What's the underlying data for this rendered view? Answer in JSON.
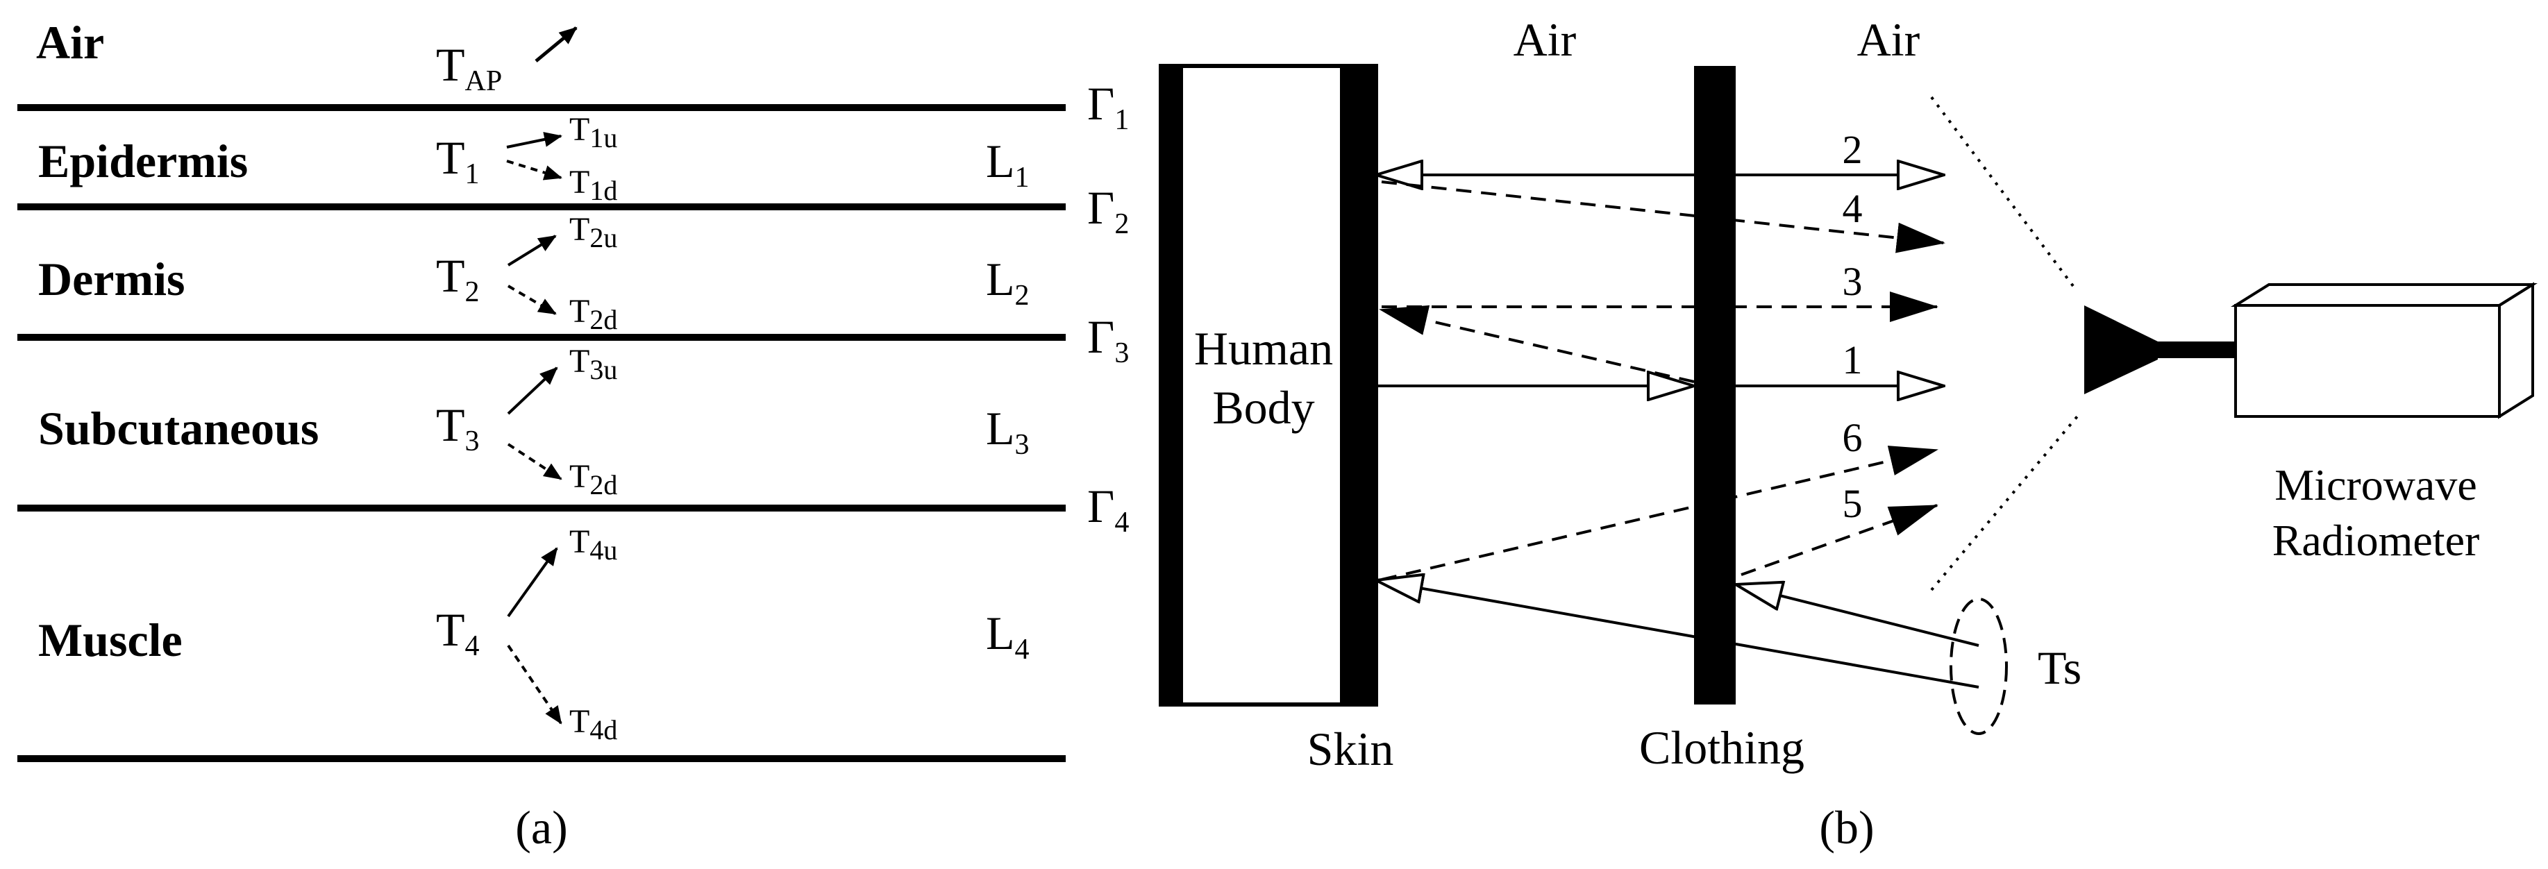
{
  "panel_a": {
    "caption": "(a)",
    "top_medium": "Air",
    "apparent": {
      "main": "T",
      "sub": "AP"
    },
    "layers": [
      {
        "name": "Epidermis",
        "temp": "1",
        "loss": "1",
        "up": "1u",
        "down": "1d"
      },
      {
        "name": "Dermis",
        "temp": "2",
        "loss": "2",
        "up": "2u",
        "down": "2d"
      },
      {
        "name": "Subcutaneous",
        "temp": "3",
        "loss": "3",
        "up": "3u",
        "down": "2d"
      },
      {
        "name": "Muscle",
        "temp": "4",
        "loss": "4",
        "up": "4u",
        "down": "4d"
      }
    ],
    "interfaces": [
      "1",
      "2",
      "3",
      "4"
    ],
    "symbols": {
      "temp": "T",
      "loss": "L",
      "gamma": "Γ"
    }
  },
  "panel_b": {
    "caption": "(b)",
    "air_left": "Air",
    "air_right": "Air",
    "body_label_line1": "Human",
    "body_label_line2": "Body",
    "skin_label": "Skin",
    "clothing_label": "Clothing",
    "source_label": "Ts",
    "radiometer_line1": "Microwave",
    "radiometer_line2": "Radiometer",
    "path_numbers": [
      "2",
      "4",
      "3",
      "1",
      "6",
      "5"
    ]
  }
}
